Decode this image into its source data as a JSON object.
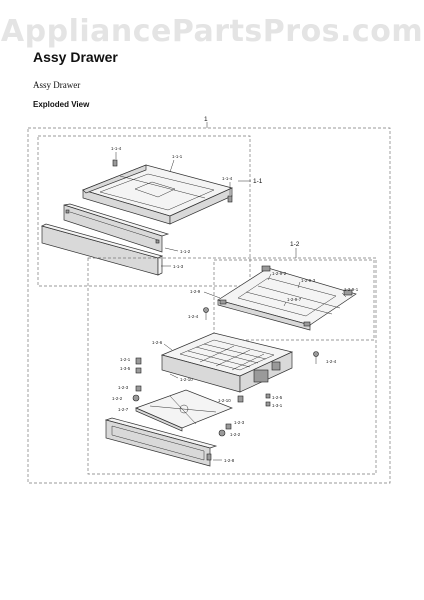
{
  "watermark": "AppliancePartsPros.com",
  "header": {
    "title": "Assy Drawer",
    "subtitle": "Assy Drawer",
    "section": "Exploded View"
  },
  "labels": {
    "l1": "1",
    "l1_1": "1-1",
    "l1_1_1": "1-1-1",
    "l1_1_2": "1-1-2",
    "l1_1_3": "1-1-3",
    "l1_1_4a": "1-1-4",
    "l1_1_4b": "1-1-4",
    "l1_2": "1-2",
    "l1_2_9_2": "1-2-9-2",
    "l1_2_9_3": "1-2-9-3",
    "l1_2_9_1": "1-2-9-1",
    "l1_2_9": "1-2-9",
    "l1_2_9_7": "1-2-9-7",
    "l1_2_4a": "1-2-4",
    "l1_2_4b": "1-2-4",
    "l1_2_6": "1-2-6",
    "l1_2_1": "1-2-1",
    "l1_3_5": "1-3-5",
    "l1_2_10a": "1-2-10",
    "l1_2_3a": "1-2-3",
    "l1_2_2a": "1-2-2",
    "l1_2_7": "1-2-7",
    "l1_2_10b": "1-2-10",
    "l1_2_5": "1-2-5",
    "l1_3_1": "1-3-1",
    "l1_2_3b": "1-2-3",
    "l1_2_2b": "1-2-2",
    "l1_2_8": "1-2-8"
  }
}
